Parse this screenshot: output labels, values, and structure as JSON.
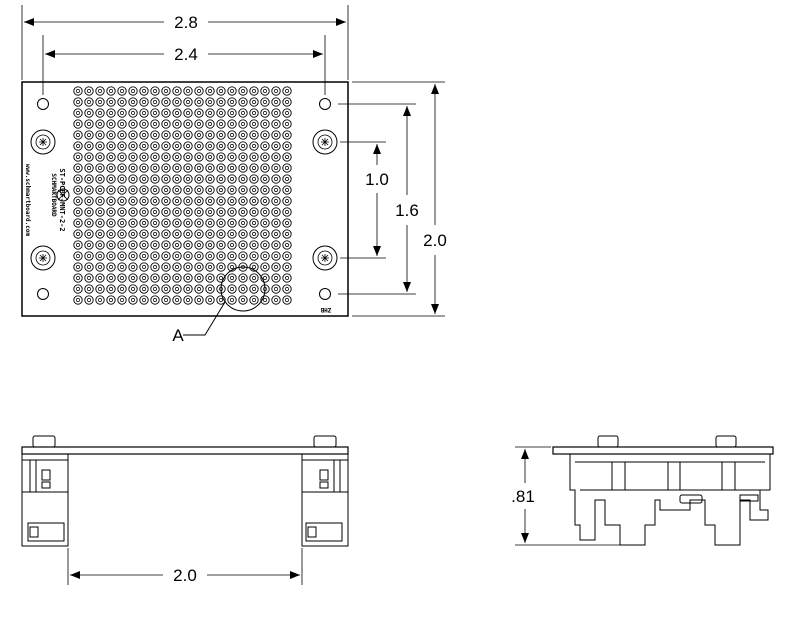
{
  "top_view": {
    "dim_overall_width": "2.8",
    "dim_hole_spacing_x": "2.4",
    "dim_mount_spacing_y": "1.0",
    "dim_hole_spacing_y": "1.6",
    "dim_overall_height": "2.0",
    "callout_label": "A",
    "silkscreen_lines": [
      "SCHMARTBOARD",
      "ST-PCBF-MNT-2-2",
      "www.schmartboard.com"
    ],
    "board_code": "ZHB",
    "grid_cols": 20,
    "grid_rows": 20
  },
  "front_view": {
    "dim_width": "2.0"
  },
  "side_view": {
    "dim_height": ".81"
  }
}
